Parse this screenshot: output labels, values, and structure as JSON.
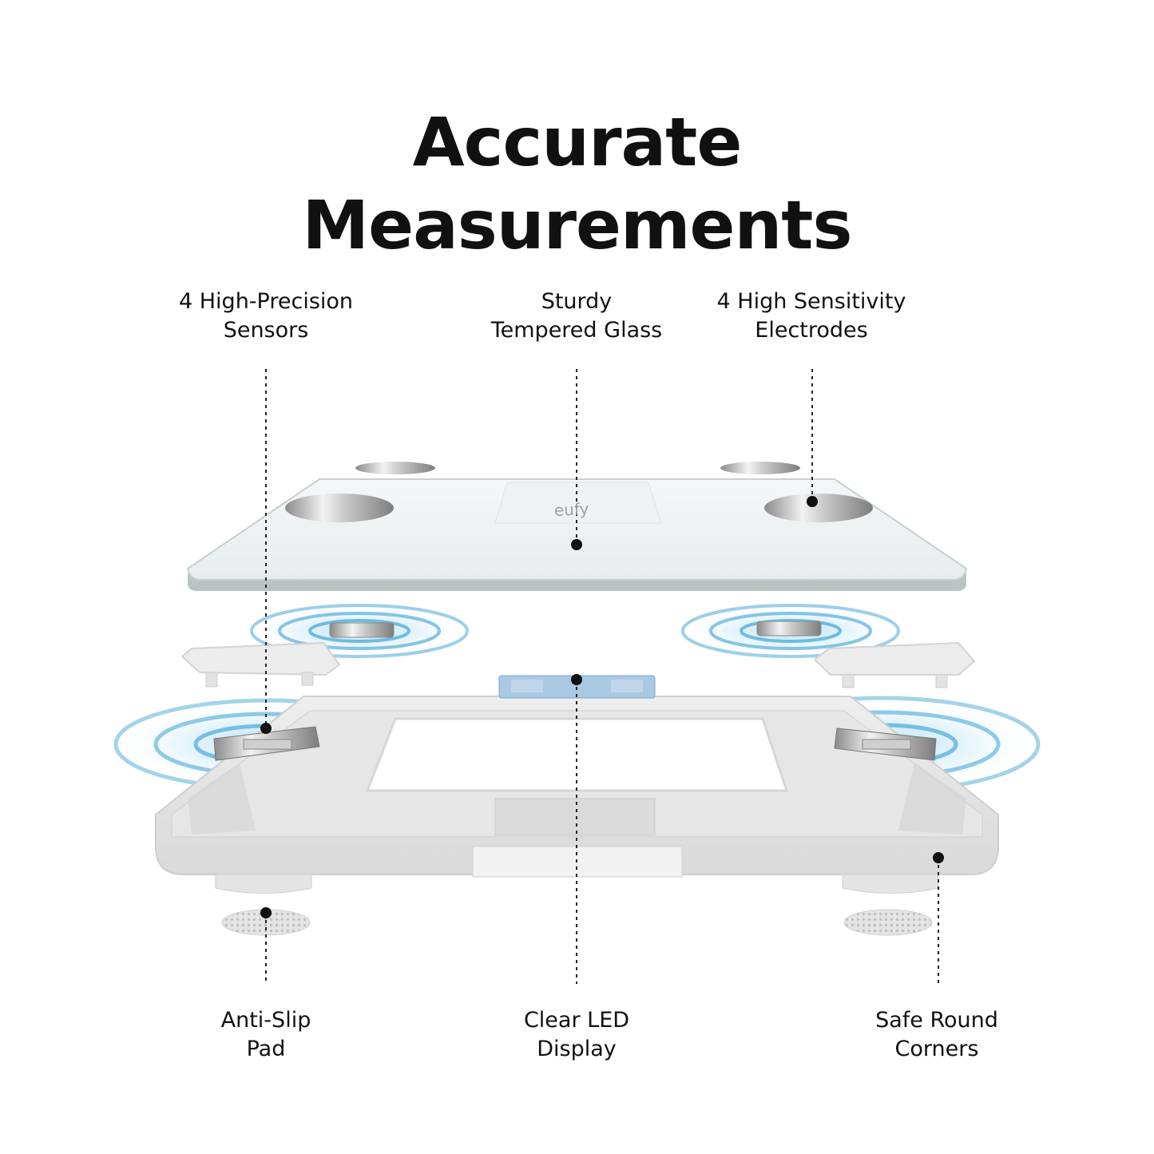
{
  "title": {
    "line1": "Accurate",
    "line2": "Measurements"
  },
  "brand": "eufy",
  "callouts": {
    "sensors": {
      "line1": "4 High-Precision",
      "line2": "Sensors"
    },
    "glass": {
      "line1": "Sturdy",
      "line2": "Tempered Glass"
    },
    "electrodes": {
      "line1": "4 High Sensitivity",
      "line2": "Electrodes"
    },
    "anti_slip": {
      "line1": "Anti-Slip",
      "line2": "Pad"
    },
    "led": {
      "line1": "Clear LED",
      "line2": "Display"
    },
    "corners": {
      "line1": "Safe Round",
      "line2": "Corners"
    }
  },
  "colors": {
    "ring": "#4aa8d8",
    "text": "#111111",
    "glass": "#e9efee",
    "frame": "#e1e1e1"
  }
}
